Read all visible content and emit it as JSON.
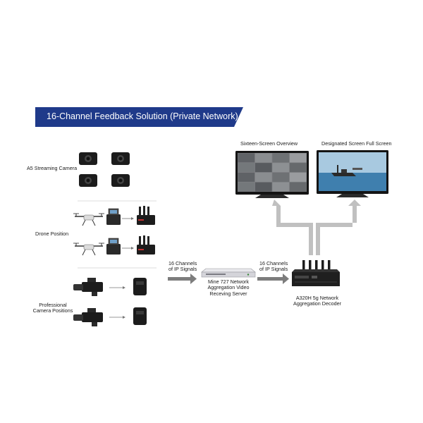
{
  "title": "16-Channel Feedback Solution (Private Network)",
  "sources": {
    "a5": "A5 Streaming Camera",
    "drone": "Drone Position",
    "professional_line1": "Professional",
    "professional_line2": "Camera Positions"
  },
  "signals": {
    "left_line1": "16 Channels",
    "left_line2": "of IP Signals",
    "right_line1": "16 Channels",
    "right_line2": "of IP Signals"
  },
  "server": {
    "line1": "Mine 727 Network",
    "line2": "Aggregation Video",
    "line3": "Receving Server"
  },
  "decoder": {
    "line1": "A320H 5g Network",
    "line2": "Aggregation Decoder"
  },
  "screens": {
    "left": "Sixteen-Screen Overview",
    "right": "Designated Screen Full Screen"
  },
  "colors": {
    "banner": "#1f3a8a",
    "arrow": "#b5b5b5",
    "device": "#1c1c1c",
    "screen_sea": "#3f7fae"
  }
}
